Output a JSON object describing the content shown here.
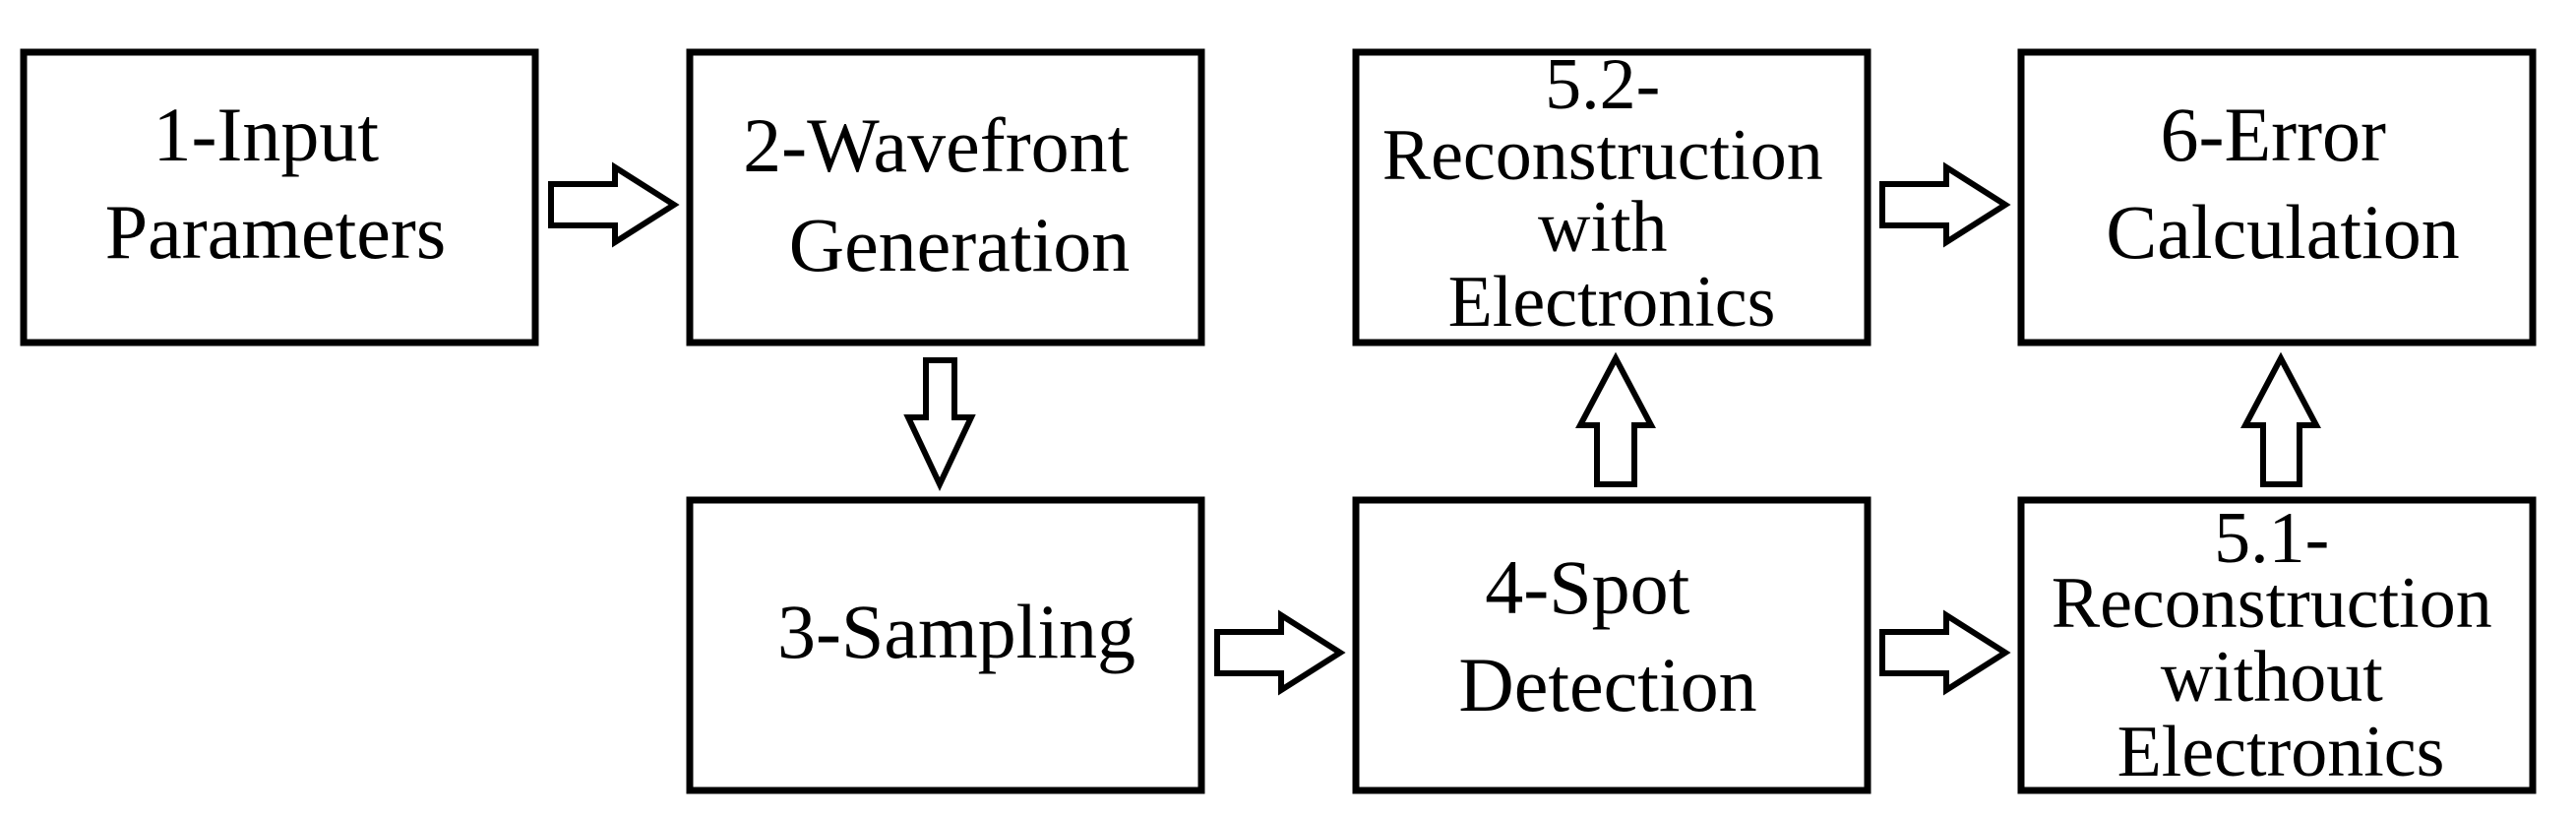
{
  "boxes": {
    "input": {
      "lines": [
        "1-Input",
        "Parameters"
      ]
    },
    "wavefront": {
      "lines": [
        "2-Wavefront",
        "Generation"
      ]
    },
    "sampling": {
      "lines": [
        "3-Sampling"
      ]
    },
    "spot": {
      "lines": [
        "4-Spot",
        "Detection"
      ]
    },
    "recon_without": {
      "lines": [
        "5.1-",
        "Reconstruction",
        "without",
        "Electronics"
      ]
    },
    "recon_with": {
      "lines": [
        "5.2-",
        "Reconstruction",
        "with",
        "Electronics"
      ]
    },
    "error": {
      "lines": [
        "6-Error",
        "Calculation"
      ]
    }
  },
  "colors": {
    "stroke": "#000000",
    "fill": "#ffffff"
  }
}
